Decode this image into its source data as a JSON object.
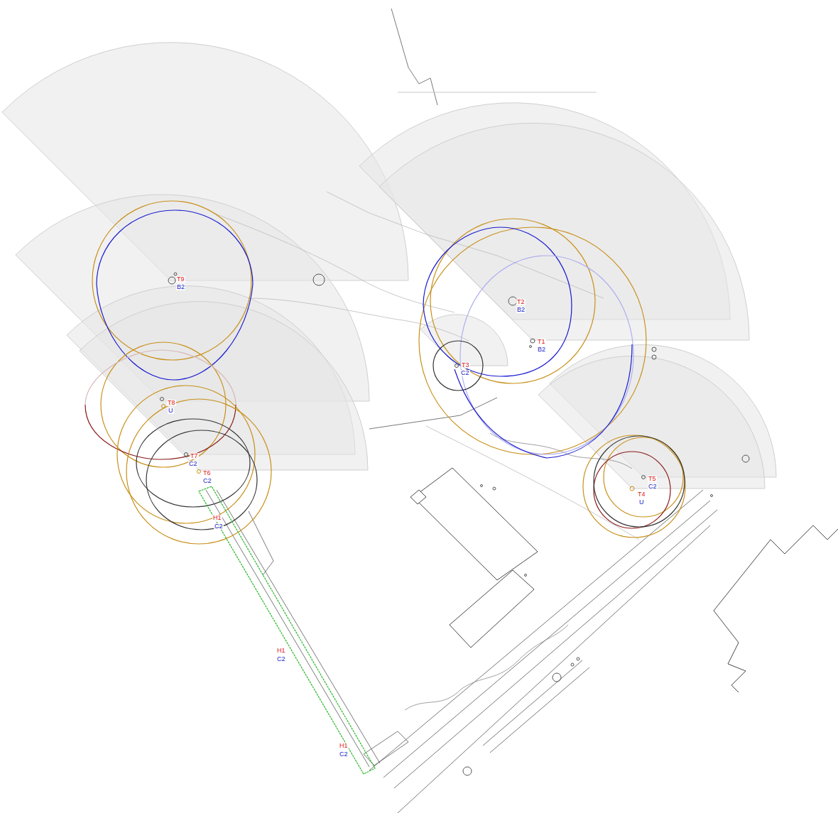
{
  "diagram": {
    "labels": [
      "T9",
      "B2",
      "T8",
      "U",
      "T7",
      "C2",
      "T6",
      "C2",
      "H1",
      "C2",
      "H1",
      "C2",
      "H1",
      "C2",
      "T2",
      "B2",
      "T1",
      "B2",
      "T3",
      "C2",
      "T5",
      "C2",
      "T4",
      "U"
    ]
  }
}
